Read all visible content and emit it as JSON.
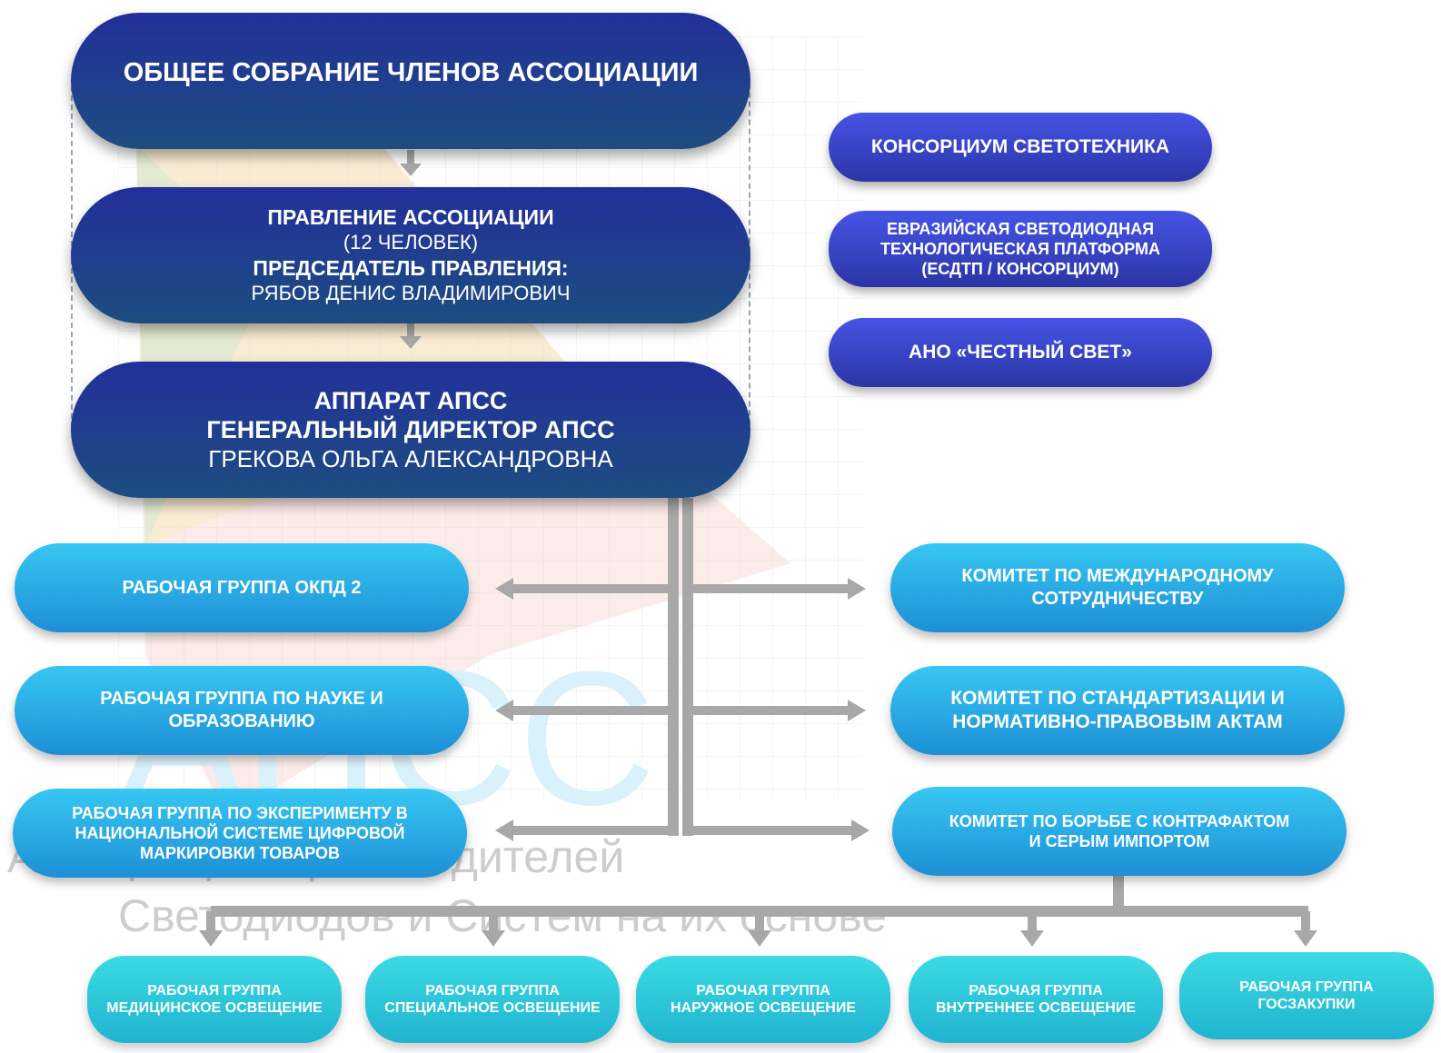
{
  "watermark": {
    "logo_text": "АПСС",
    "line1": "Ассоциация Производителей",
    "line2": "Светодиодов и Систем на их основе"
  },
  "general_meeting": {
    "title": "ОБЩЕЕ СОБРАНИЕ ЧЛЕНОВ АССОЦИАЦИИ"
  },
  "board": {
    "title": "ПРАВЛЕНИЕ АССОЦИАЦИИ",
    "members": "(12 ЧЕЛОВЕК)",
    "chair_label": "ПРЕДСЕДАТЕЛЬ ПРАВЛЕНИЯ:",
    "chair_name": "РЯБОВ ДЕНИС ВЛАДИМИРОВИЧ"
  },
  "office": {
    "title": "АППАРАТ АПСС",
    "director_label": "ГЕНЕРАЛЬНЫЙ ДИРЕКТОР АПСС",
    "director_name": "ГРЕКОВА ОЛЬГА АЛЕКСАНДРОВНА"
  },
  "partners": [
    {
      "line1": "КОНСОРЦИУМ СВЕТОТЕХНИКА"
    },
    {
      "line1": "ЕВРАЗИЙСКАЯ СВЕТОДИОДНАЯ",
      "line2": "ТЕХНОЛОГИЧЕСКАЯ ПЛАТФОРМА",
      "line3": "(ЕСДТП / КОНСОРЦИУМ)"
    },
    {
      "line1": "АНО «ЧЕСТНЫЙ СВЕТ»"
    }
  ],
  "working_groups_left": [
    {
      "line1": "РАБОЧАЯ ГРУППА ОКПД 2"
    },
    {
      "line1": "РАБОЧАЯ ГРУППА ПО НАУКЕ И",
      "line2": "ОБРАЗОВАНИЮ"
    },
    {
      "line1": "РАБОЧАЯ ГРУППА ПО ЭКСПЕРИМЕНТУ В",
      "line2": "НАЦИОНАЛЬНОЙ СИСТЕМЕ ЦИФРОВОЙ",
      "line3": "МАРКИРОВКИ ТОВАРОВ"
    }
  ],
  "committees_right": [
    {
      "line1": "КОМИТЕТ ПО МЕЖДУНАРОДНОМУ",
      "line2": "СОТРУДНИЧЕСТВУ"
    },
    {
      "line1": "КОМИТЕТ ПО СТАНДАРТИЗАЦИИ И",
      "line2": "НОРМАТИВНО-ПРАВОВЫМ АКТАМ"
    },
    {
      "line1": "КОМИТЕТ ПО БОРЬБЕ С КОНТРАФАКТОМ",
      "line2": "И СЕРЫМ ИМПОРТОМ"
    }
  ],
  "bottom_groups": [
    {
      "line1": "РАБОЧАЯ ГРУППА",
      "line2": "МЕДИЦИНСКОЕ ОСВЕЩЕНИЕ"
    },
    {
      "line1": "РАБОЧАЯ ГРУППА",
      "line2": "СПЕЦИАЛЬНОЕ ОСВЕЩЕНИЕ"
    },
    {
      "line1": "РАБОЧАЯ ГРУППА",
      "line2": "НАРУЖНОЕ ОСВЕЩЕНИЕ"
    },
    {
      "line1": "РАБОЧАЯ ГРУППА",
      "line2": "ВНУТРЕННЕЕ ОСВЕЩЕНИЕ"
    },
    {
      "line1": "РАБОЧАЯ ГРУППА",
      "line2": "ГОСЗАКУПКИ"
    }
  ],
  "colors": {
    "top_box": "#22309a",
    "side_box": "#3b46d0",
    "cyan_box": "#2bb0e8",
    "teal_box": "#34cddd",
    "connector": "#a8a8a8"
  }
}
